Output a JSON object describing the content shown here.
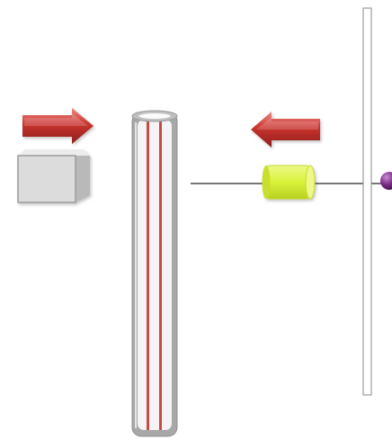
{
  "diagram": {
    "background": "#ffffff",
    "colors": {
      "arrow_fill": "#c8332e",
      "arrow_highlight": "#f08a84",
      "arrow_shadow": "#8f1f1b",
      "block_front": "#dcdcdc",
      "block_side": "#b9b9b9",
      "block_top": "#ececec",
      "tube_outer": "#a8a8a8",
      "tube_glass": "#f4f4f4",
      "tube_stripe": "#c84a45",
      "rod": "#777777",
      "cylinder": "#d8f23a",
      "cylinder_cap": "#eef88a",
      "wall_stroke": "#8a8a8a",
      "sphere": "#7a2c86"
    },
    "elements": {
      "left_arrow_direction": "right",
      "right_arrow_direction": "left",
      "block_shape": "rectangular-prism",
      "tube_shape": "vertical-glass-tube",
      "rod_shape": "horizontal-rod",
      "cylinder_shape": "small-cylinder",
      "wall_shape": "vertical-plate",
      "sphere_shape": "partial-sphere"
    }
  }
}
